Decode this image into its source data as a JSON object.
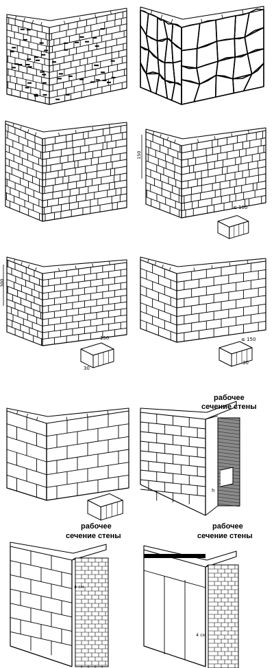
{
  "panels": [
    {
      "id": "p1",
      "type": "rubble",
      "mortar_seams": true
    },
    {
      "id": "p2",
      "type": "polygonal"
    },
    {
      "id": "p3",
      "type": "coursed-rubble"
    },
    {
      "id": "p4",
      "type": "coursed-rubble",
      "height_label": "150",
      "detail_label": "≤ 100"
    },
    {
      "id": "p5",
      "type": "small-block",
      "height_label": "300",
      "detail_label": "150",
      "detail_label_2": "30"
    },
    {
      "id": "p6",
      "type": "block",
      "detail_label": "≤ 150",
      "detail_label_2": "30"
    },
    {
      "id": "p7",
      "type": "large-block"
    },
    {
      "id": "p8",
      "type": "block-with-section",
      "section_caption": [
        "рабочее",
        "сечение стены"
      ],
      "dim_label": "h"
    },
    {
      "id": "p9",
      "type": "block-with-brick-section",
      "section_caption": [
        "рабочее",
        "сечение стены"
      ],
      "dim_label": "4 см"
    },
    {
      "id": "p10",
      "type": "panel-with-brick-section",
      "section_caption": [
        "рабочее",
        "сечение стены"
      ],
      "dim_label": "4 см"
    }
  ],
  "colors": {
    "ink": "#000000",
    "paper": "#ffffff",
    "section_fill": "#8a8a8a"
  }
}
